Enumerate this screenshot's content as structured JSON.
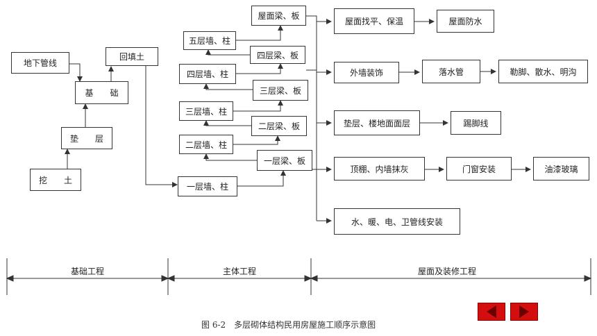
{
  "boxes": {
    "underground_pipes": "地下管线",
    "backfill": "回填土",
    "foundation": "基　　础",
    "cushion": "垫　　层",
    "excavation": "挖　　土",
    "floor1_wall": "一层墙、柱",
    "floor1_beam": "一层梁、板",
    "floor2_wall": "二层墙、柱",
    "floor2_beam": "二层梁、板",
    "floor3_wall": "三层墙、柱",
    "floor3_beam": "三层梁、板",
    "floor4_wall": "四层墙、柱",
    "floor4_beam": "四层梁、板",
    "floor5_wall": "五层墙、柱",
    "roof_beam": "屋面梁、板",
    "roof_leveling": "屋面找平、保温",
    "roof_waterproof": "屋面防水",
    "exterior_finish": "外墙装饰",
    "downpipe": "落水管",
    "plinth": "勒脚、散水、明沟",
    "floor_layers": "垫层、楼地面面层",
    "skirting": "踢脚线",
    "ceiling_plaster": "顶棚、内墙抹灰",
    "door_window": "门窗安装",
    "paint_glass": "油漆玻璃",
    "utilities": "水、暖、电、卫管线安装"
  },
  "phases": {
    "foundation": "基础工程",
    "main_structure": "主体工程",
    "roof_finish": "屋面及装修工程"
  },
  "caption": "图 6-2　多层砌体结构民用房屋施工顺序示意图",
  "colors": {
    "nav_button": "#d40e0e",
    "nav_arrow": "#6b0000",
    "line": "#333333"
  },
  "icons": {
    "prev": "triangle-left-icon",
    "next": "triangle-right-icon"
  }
}
